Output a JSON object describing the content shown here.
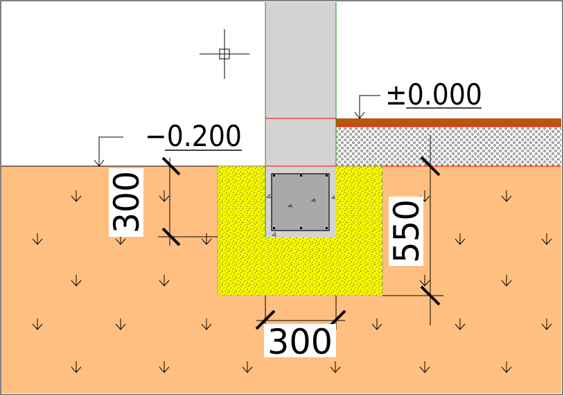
{
  "levels": {
    "floor_level": "±0.000",
    "ground_level": "−0.200"
  },
  "dimensions": {
    "upper_depth": "300",
    "footing_depth": "550",
    "wall_width": "300"
  },
  "colors": {
    "soil": "#FFBF80",
    "sand": "#FFFF00",
    "concrete_wall": "#D3D3D3",
    "footing_concrete": "#A9A9A9",
    "floor_finish": "#B8560A",
    "red_line": "#FF0000",
    "green_line": "#2E8B2E"
  },
  "icons": [
    "crosshair-cursor-icon",
    "soil-hatch-arrow-icon"
  ]
}
